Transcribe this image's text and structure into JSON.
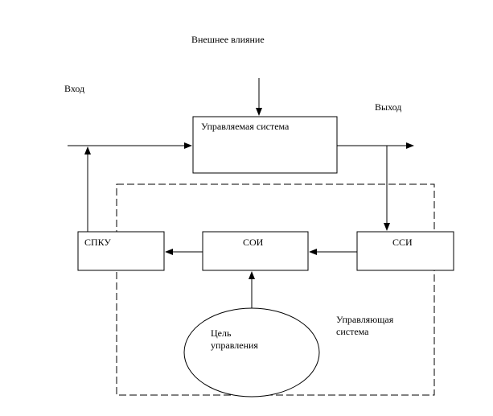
{
  "labels": {
    "external_influence": "Внешнее влияние",
    "input": "Вход",
    "output": "Выход",
    "controlled_system": "Управляемая система",
    "spku": "СПКУ",
    "soi": "СОИ",
    "ssi": "ССИ",
    "goal_line1": "Цель",
    "goal_line2": "управления",
    "control_system_line1": "Управляющая",
    "control_system_line2": "система"
  },
  "colors": {
    "stroke": "#000000",
    "background": "#ffffff"
  }
}
